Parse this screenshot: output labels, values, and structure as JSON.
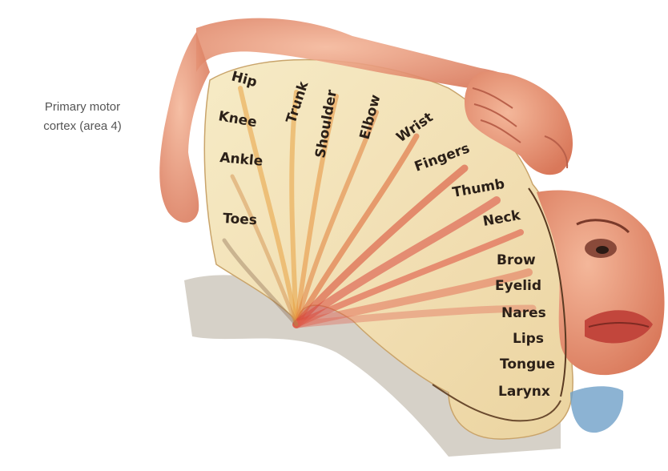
{
  "caption": {
    "line1": "Primary motor",
    "line2": "cortex (area 4)"
  },
  "labels": {
    "hip": "Hip",
    "trunk": "Trunk",
    "shoulder": "Shoulder",
    "elbow": "Elbow",
    "wrist": "Wrist",
    "fingers": "Fingers",
    "thumb": "Thumb",
    "neck": "Neck",
    "brow": "Brow",
    "eyelid": "Eyelid",
    "nares": "Nares",
    "lips": "Lips",
    "tongue": "Tongue",
    "larynx": "Larynx",
    "knee": "Knee",
    "ankle": "Ankle",
    "toes": "Toes"
  },
  "colors": {
    "skin": "#e89a7a",
    "skin_dark": "#c9654a",
    "cortex_fill": "#f3e3b4",
    "cortex_edge": "#c9a46b",
    "ray_red": "#d94a3c",
    "ray_orange": "#e8a040",
    "text": "#2b2018"
  }
}
